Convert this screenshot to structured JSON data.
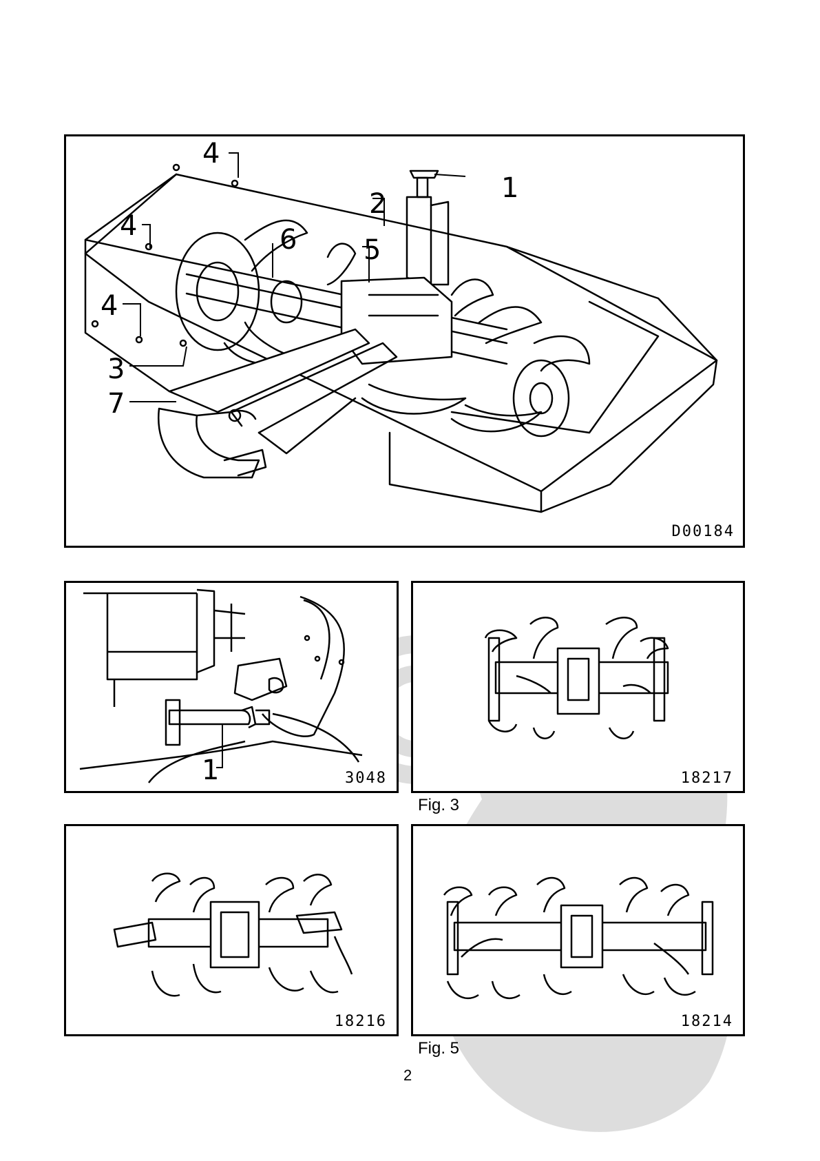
{
  "main_figure": {
    "code": "D00184",
    "callouts": [
      "4",
      "4",
      "4",
      "3",
      "7",
      "6",
      "5",
      "2",
      "1"
    ]
  },
  "fig3": {
    "left_code": "3048",
    "left_callout": "1",
    "right_code": "18217",
    "caption": "Fig. 3"
  },
  "fig5": {
    "left_code": "18216",
    "right_code": "18214",
    "caption": "Fig. 5"
  },
  "page_number": "2",
  "watermark_icon": "copyright-mascot-watermark"
}
